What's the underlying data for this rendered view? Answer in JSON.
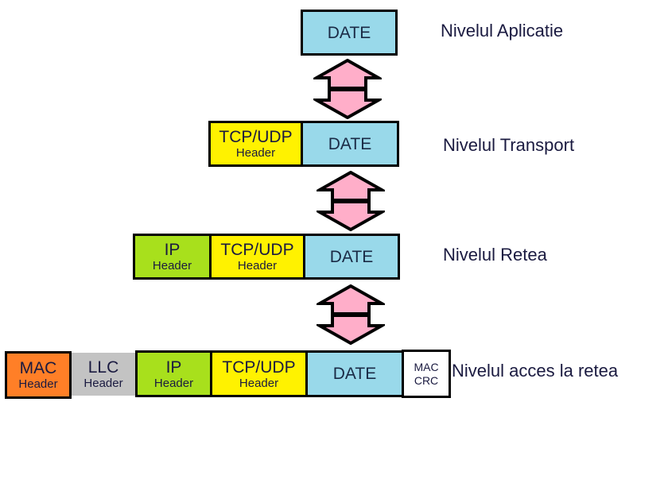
{
  "diagram": {
    "title": "Encapsularea datelor pe niveluri",
    "colors": {
      "date": "#99d9ea",
      "tcp_udp_header": "#fff200",
      "ip_header": "#a8e01c",
      "mac_header": "#ff7f27",
      "llc_header": "#c3c3c3",
      "mac_crc": "#ffffff",
      "arrow_fill": "#ffaec9"
    },
    "layers": [
      {
        "name": "Nivelul  Aplicatie",
        "segments": [
          {
            "line1": "DATE",
            "line2": ""
          }
        ]
      },
      {
        "name": "Nivelul Transport",
        "segments": [
          {
            "line1": "TCP/UDP",
            "line2": "Header"
          },
          {
            "line1": "DATE",
            "line2": ""
          }
        ]
      },
      {
        "name": "Nivelul  Retea",
        "segments": [
          {
            "line1": "IP",
            "line2": "Header"
          },
          {
            "line1": "TCP/UDP",
            "line2": "Header"
          },
          {
            "line1": "DATE",
            "line2": ""
          }
        ]
      },
      {
        "name": "Nivelul acces la retea",
        "segments": [
          {
            "line1": "MAC",
            "line2": "Header"
          },
          {
            "line1": "LLC",
            "line2": "Header"
          },
          {
            "line1": "IP",
            "line2": "Header"
          },
          {
            "line1": "TCP/UDP",
            "line2": "Header"
          },
          {
            "line1": "DATE",
            "line2": ""
          },
          {
            "line1": "MAC",
            "line2": "CRC"
          }
        ]
      }
    ],
    "arrows": [
      {
        "between": [
          "Nivelul  Aplicatie",
          "Nivelul Transport"
        ],
        "direction": "bidirectional"
      },
      {
        "between": [
          "Nivelul Transport",
          "Nivelul  Retea"
        ],
        "direction": "bidirectional"
      },
      {
        "between": [
          "Nivelul  Retea",
          "Nivelul acces la retea"
        ],
        "direction": "bidirectional"
      }
    ]
  }
}
